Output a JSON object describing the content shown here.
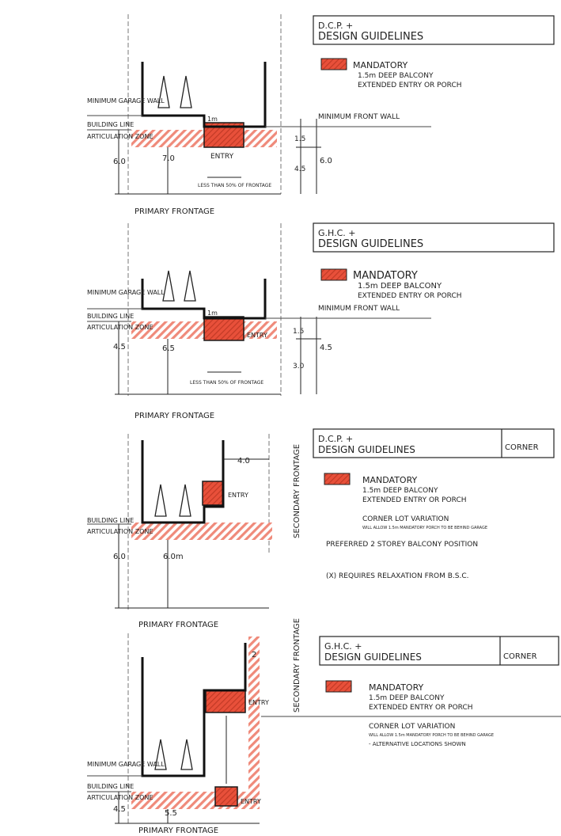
{
  "colors": {
    "mandatory": "#e8503a",
    "hatch": "#ef8a7a",
    "ink": "#1a1a1a"
  },
  "panels": [
    {
      "header_title_line1": "D.C.P. +",
      "header_title_line2": "DESIGN GUIDELINES",
      "header_extra": "",
      "legend": [
        "MANDATORY",
        "1.5m DEEP BALCONY",
        "EXTENDED ENTRY OR PORCH"
      ],
      "notes": [],
      "left_labels": [
        "MINIMUM GARAGE WALL",
        "BUILDING LINE",
        "ARTICULATION ZONE"
      ],
      "right_label": "MINIMUM FRONT WALL",
      "dims": {
        "left": "6.0",
        "width": "7.0",
        "r1": "1.5",
        "r2": "4.5",
        "r3": "6.0",
        "offset": "1m",
        "entry": "ENTRY",
        "note": "LESS THAN 50% OF FRONTAGE"
      },
      "frontage": "PRIMARY FRONTAGE"
    },
    {
      "header_title_line1": "G.H.C. +",
      "header_title_line2": "DESIGN GUIDELINES",
      "header_extra": "",
      "legend": [
        "MANDATORY",
        "1.5m DEEP BALCONY",
        "EXTENDED ENTRY OR PORCH"
      ],
      "notes": [],
      "left_labels": [
        "MINIMUM GARAGE WALL",
        "BUILDING LINE",
        "ARTICULATION ZONE"
      ],
      "right_label": "MINIMUM FRONT WALL",
      "dims": {
        "left": "4.5",
        "width": "6.5",
        "r1": "1.5",
        "r2": "4.5",
        "r3": "3.0",
        "offset": "1m",
        "entry": "ENTRY",
        "note": "LESS THAN 50% OF FRONTAGE"
      },
      "frontage": "PRIMARY FRONTAGE"
    },
    {
      "header_title_line1": "D.C.P. +",
      "header_title_line2": "DESIGN GUIDELINES",
      "header_extra": "CORNER",
      "legend": [
        "MANDATORY",
        "1.5m DEEP BALCONY",
        "EXTENDED ENTRY OR PORCH"
      ],
      "notes": [
        "CORNER LOT VARIATION",
        "WILL ALLOW 1.5m MANDATORY PORCH TO BE BEHIND GARAGE",
        "PREFERRED 2 STOREY BALCONY POSITION",
        "(X) REQUIRES RELAXATION FROM B.S.C."
      ],
      "left_labels": [
        "BUILDING LINE",
        "ARTICULATION ZONE"
      ],
      "secondary": "SECONDARY FRONTAGE",
      "dims": {
        "left": "6.0",
        "width": "6.0m",
        "top": "4.0",
        "entry": "ENTRY"
      },
      "frontage": "PRIMARY FRONTAGE"
    },
    {
      "header_title_line1": "G.H.C. +",
      "header_title_line2": "DESIGN GUIDELINES",
      "header_extra": "CORNER",
      "legend": [
        "MANDATORY",
        "1.5m DEEP BALCONY",
        "EXTENDED ENTRY OR PORCH"
      ],
      "notes": [
        "CORNER LOT VARIATION",
        "WILL ALLOW 1.5m MANDATORY PORCH TO BE BEHIND GARAGE",
        "- ALTERNATIVE LOCATIONS SHOWN"
      ],
      "left_labels": [
        "MINIMUM GARAGE WALL",
        "BUILDING LINE",
        "ARTICULATION ZONE"
      ],
      "secondary": "SECONDARY FRONTAGE",
      "dims": {
        "left": "4.5",
        "width": "5.5",
        "top": "2",
        "entry": "ENTRY",
        "entry2": "ENTRY"
      },
      "frontage": "PRIMARY FRONTAGE"
    }
  ]
}
